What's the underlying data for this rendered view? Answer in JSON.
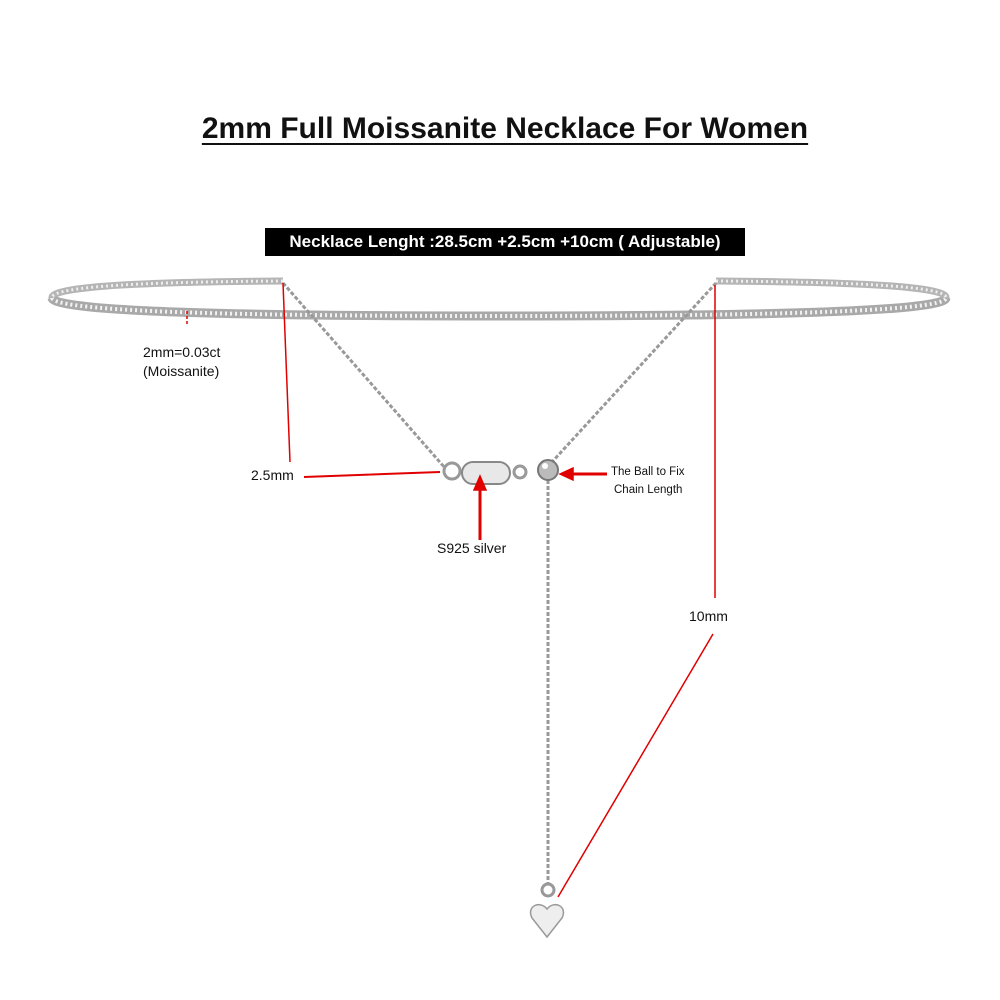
{
  "title": "2mm  Full Moissanite Necklace For Women",
  "length_label": "Necklace Lenght :28.5cm +2.5cm +10cm  ( Adjustable)",
  "annotations": {
    "stone_size": "2mm=0.03ct",
    "stone_type": "(Moissanite)",
    "chain_width": "2.5mm",
    "material": "S925 silver",
    "ball_line1": "The Ball to Fix",
    "ball_line2": "Chain Length",
    "extender": "10mm"
  },
  "colors": {
    "annotation": "#e00000",
    "metal": "#a8a8a8",
    "label_bg": "#000000"
  }
}
